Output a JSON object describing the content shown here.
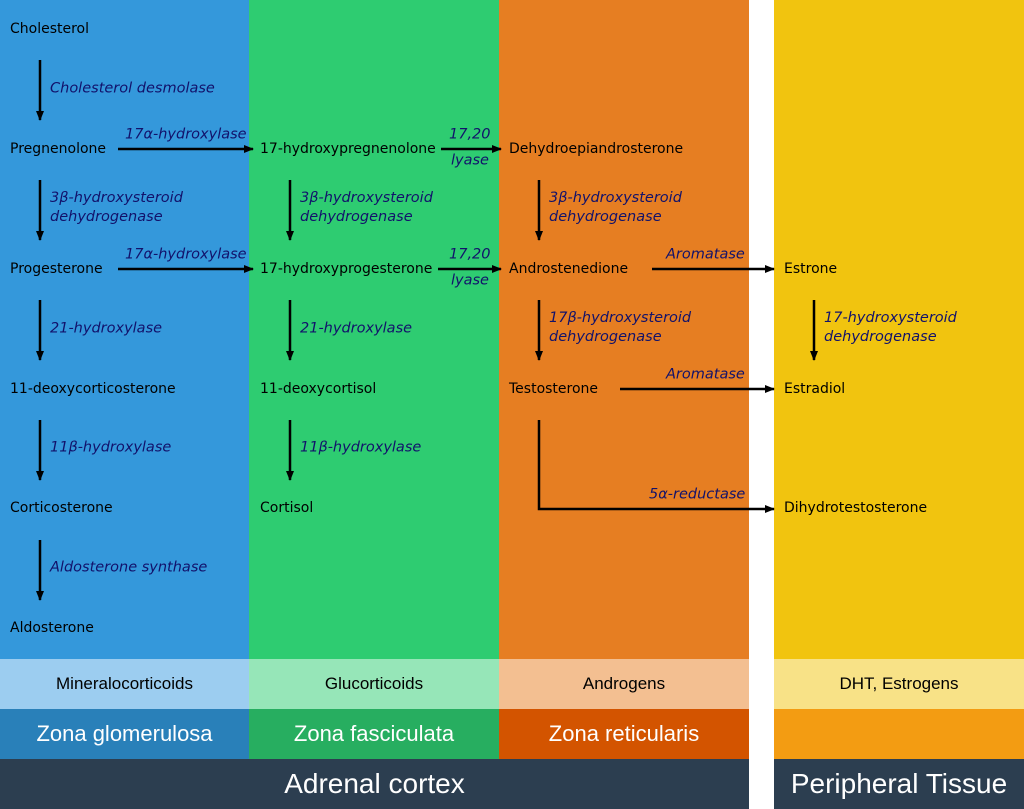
{
  "colors": {
    "glomerulosa": "#3498db",
    "fasciculata": "#2ecc71",
    "reticularis": "#e67e22",
    "peripheral": "#f1c40f",
    "enzyme_text": "#12126b",
    "footer": "#2c3e50"
  },
  "compounds": {
    "cholesterol": "Cholesterol",
    "pregnenolone": "Pregnenolone",
    "progesterone": "Progesterone",
    "deoxycorticosterone": "11-deoxycorticosterone",
    "corticosterone": "Corticosterone",
    "aldosterone": "Aldosterone",
    "hydroxypregnenolone": "17-hydroxypregnenolone",
    "hydroxyprogesterone": "17-hydroxyprogesterone",
    "deoxycortisol": "11-deoxycortisol",
    "cortisol": "Cortisol",
    "dhea": "Dehydroepiandrosterone",
    "androstenedione": "Androstenedione",
    "testosterone": "Testosterone",
    "estrone": "Estrone",
    "estradiol": "Estradiol",
    "dht": "Dihydrotestosterone"
  },
  "enzymes": {
    "desmolase": "Cholesterol desmolase",
    "hydroxylase17a_1": "17α-hydroxylase",
    "hydroxylase17a_2": "17α-hydroxylase",
    "lyase_1_a": "17,20",
    "lyase_1_b": "lyase",
    "lyase_2_a": "17,20",
    "lyase_2_b": "lyase",
    "hsd3b_a": "3β-hydroxysteroid",
    "hsd3b_b": "dehydrogenase",
    "hydroxylase21": "21-hydroxylase",
    "hydroxylase11b": "11β-hydroxylase",
    "aldo_synthase": "Aldosterone synthase",
    "hsd17b_a": "17β-hydroxysteroid",
    "hsd17b_b": "dehydrogenase",
    "aromatase": "Aromatase",
    "reductase": "5α-reductase",
    "hsd17_a": "17-hydroxysteroid",
    "hsd17_b": "dehydrogenase"
  },
  "classes": [
    "Mineralocorticoids",
    "Glucorticoids",
    "Androgens",
    "DHT, Estrogens"
  ],
  "zones": [
    "Zona glomerulosa",
    "Zona fasciculata",
    "Zona reticularis",
    ""
  ],
  "regions": {
    "adrenal": "Adrenal cortex",
    "peripheral": "Peripheral Tissue"
  }
}
